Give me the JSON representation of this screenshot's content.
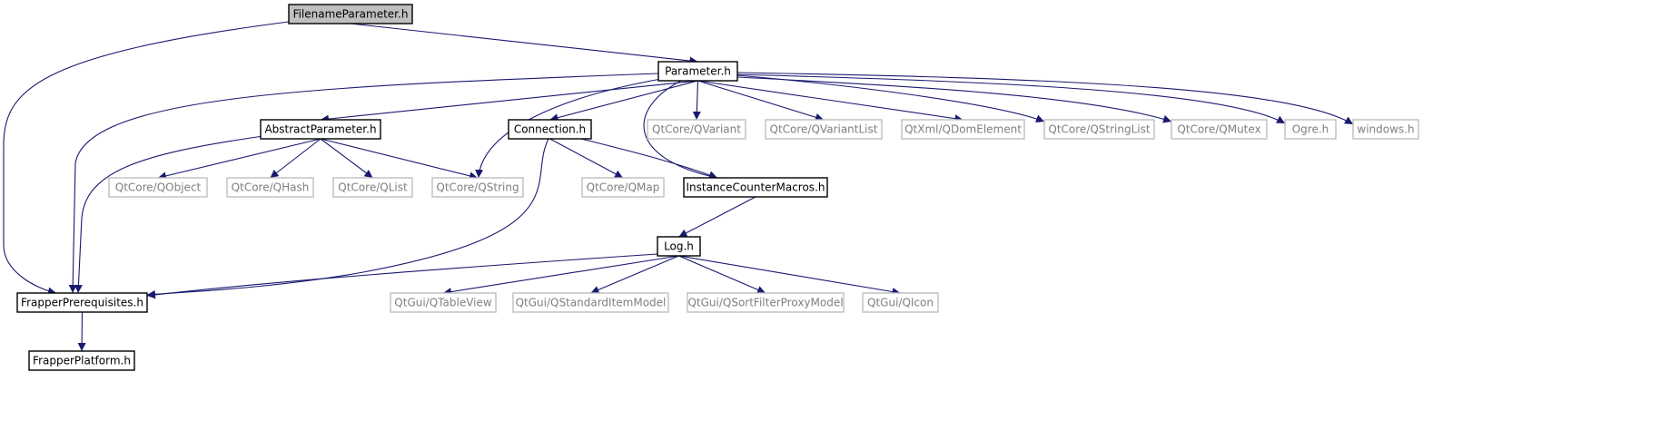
{
  "colors": {
    "edge": "#191970",
    "box_main": "#000000",
    "box_system": "#bfbfbf",
    "text_main": "#000000",
    "text_system": "#7f7f7f",
    "root_fill": "#bfbfbf",
    "background": "#ffffff"
  },
  "nodes": [
    {
      "id": "filename",
      "label": "FilenameParameter.h",
      "style": "root"
    },
    {
      "id": "parameter",
      "label": "Parameter.h",
      "style": "main"
    },
    {
      "id": "abstract",
      "label": "AbstractParameter.h",
      "style": "main"
    },
    {
      "id": "connection",
      "label": "Connection.h",
      "style": "main"
    },
    {
      "id": "qvariant",
      "label": "QtCore/QVariant",
      "style": "system"
    },
    {
      "id": "qvariantlist",
      "label": "QtCore/QVariantList",
      "style": "system"
    },
    {
      "id": "qdom",
      "label": "QtXml/QDomElement",
      "style": "system"
    },
    {
      "id": "qstringlist",
      "label": "QtCore/QStringList",
      "style": "system"
    },
    {
      "id": "qmutex",
      "label": "QtCore/QMutex",
      "style": "system"
    },
    {
      "id": "ogre",
      "label": "Ogre.h",
      "style": "system"
    },
    {
      "id": "windows",
      "label": "windows.h",
      "style": "system"
    },
    {
      "id": "qobject",
      "label": "QtCore/QObject",
      "style": "system"
    },
    {
      "id": "qhash",
      "label": "QtCore/QHash",
      "style": "system"
    },
    {
      "id": "qlist",
      "label": "QtCore/QList",
      "style": "system"
    },
    {
      "id": "qstring",
      "label": "QtCore/QString",
      "style": "system"
    },
    {
      "id": "qmap",
      "label": "QtCore/QMap",
      "style": "system"
    },
    {
      "id": "icm",
      "label": "InstanceCounterMacros.h",
      "style": "main"
    },
    {
      "id": "log",
      "label": "Log.h",
      "style": "main"
    },
    {
      "id": "frapperprereq",
      "label": "FrapperPrerequisites.h",
      "style": "main"
    },
    {
      "id": "qtableview",
      "label": "QtGui/QTableView",
      "style": "system"
    },
    {
      "id": "qsim",
      "label": "QtGui/QStandardItemModel",
      "style": "system"
    },
    {
      "id": "qsfpm",
      "label": "QtGui/QSortFilterProxyModel",
      "style": "system"
    },
    {
      "id": "qicon",
      "label": "QtGui/QIcon",
      "style": "system"
    },
    {
      "id": "frapperplatform",
      "label": "FrapperPlatform.h",
      "style": "main"
    }
  ],
  "edges": [
    [
      "filename",
      "parameter"
    ],
    [
      "filename",
      "frapperprereq"
    ],
    [
      "parameter",
      "frapperprereq"
    ],
    [
      "parameter",
      "abstract"
    ],
    [
      "parameter",
      "qstring"
    ],
    [
      "parameter",
      "connection"
    ],
    [
      "parameter",
      "icm"
    ],
    [
      "parameter",
      "qvariant"
    ],
    [
      "parameter",
      "qvariantlist"
    ],
    [
      "parameter",
      "qdom"
    ],
    [
      "parameter",
      "qstringlist"
    ],
    [
      "parameter",
      "qmutex"
    ],
    [
      "parameter",
      "ogre"
    ],
    [
      "parameter",
      "windows"
    ],
    [
      "abstract",
      "frapperprereq"
    ],
    [
      "abstract",
      "qobject"
    ],
    [
      "abstract",
      "qhash"
    ],
    [
      "abstract",
      "qlist"
    ],
    [
      "abstract",
      "qstring"
    ],
    [
      "connection",
      "frapperprereq"
    ],
    [
      "connection",
      "qmap"
    ],
    [
      "connection",
      "icm"
    ],
    [
      "icm",
      "log"
    ],
    [
      "log",
      "frapperprereq"
    ],
    [
      "log",
      "qtableview"
    ],
    [
      "log",
      "qsim"
    ],
    [
      "log",
      "qsfpm"
    ],
    [
      "log",
      "qicon"
    ],
    [
      "frapperprereq",
      "frapperplatform"
    ]
  ]
}
